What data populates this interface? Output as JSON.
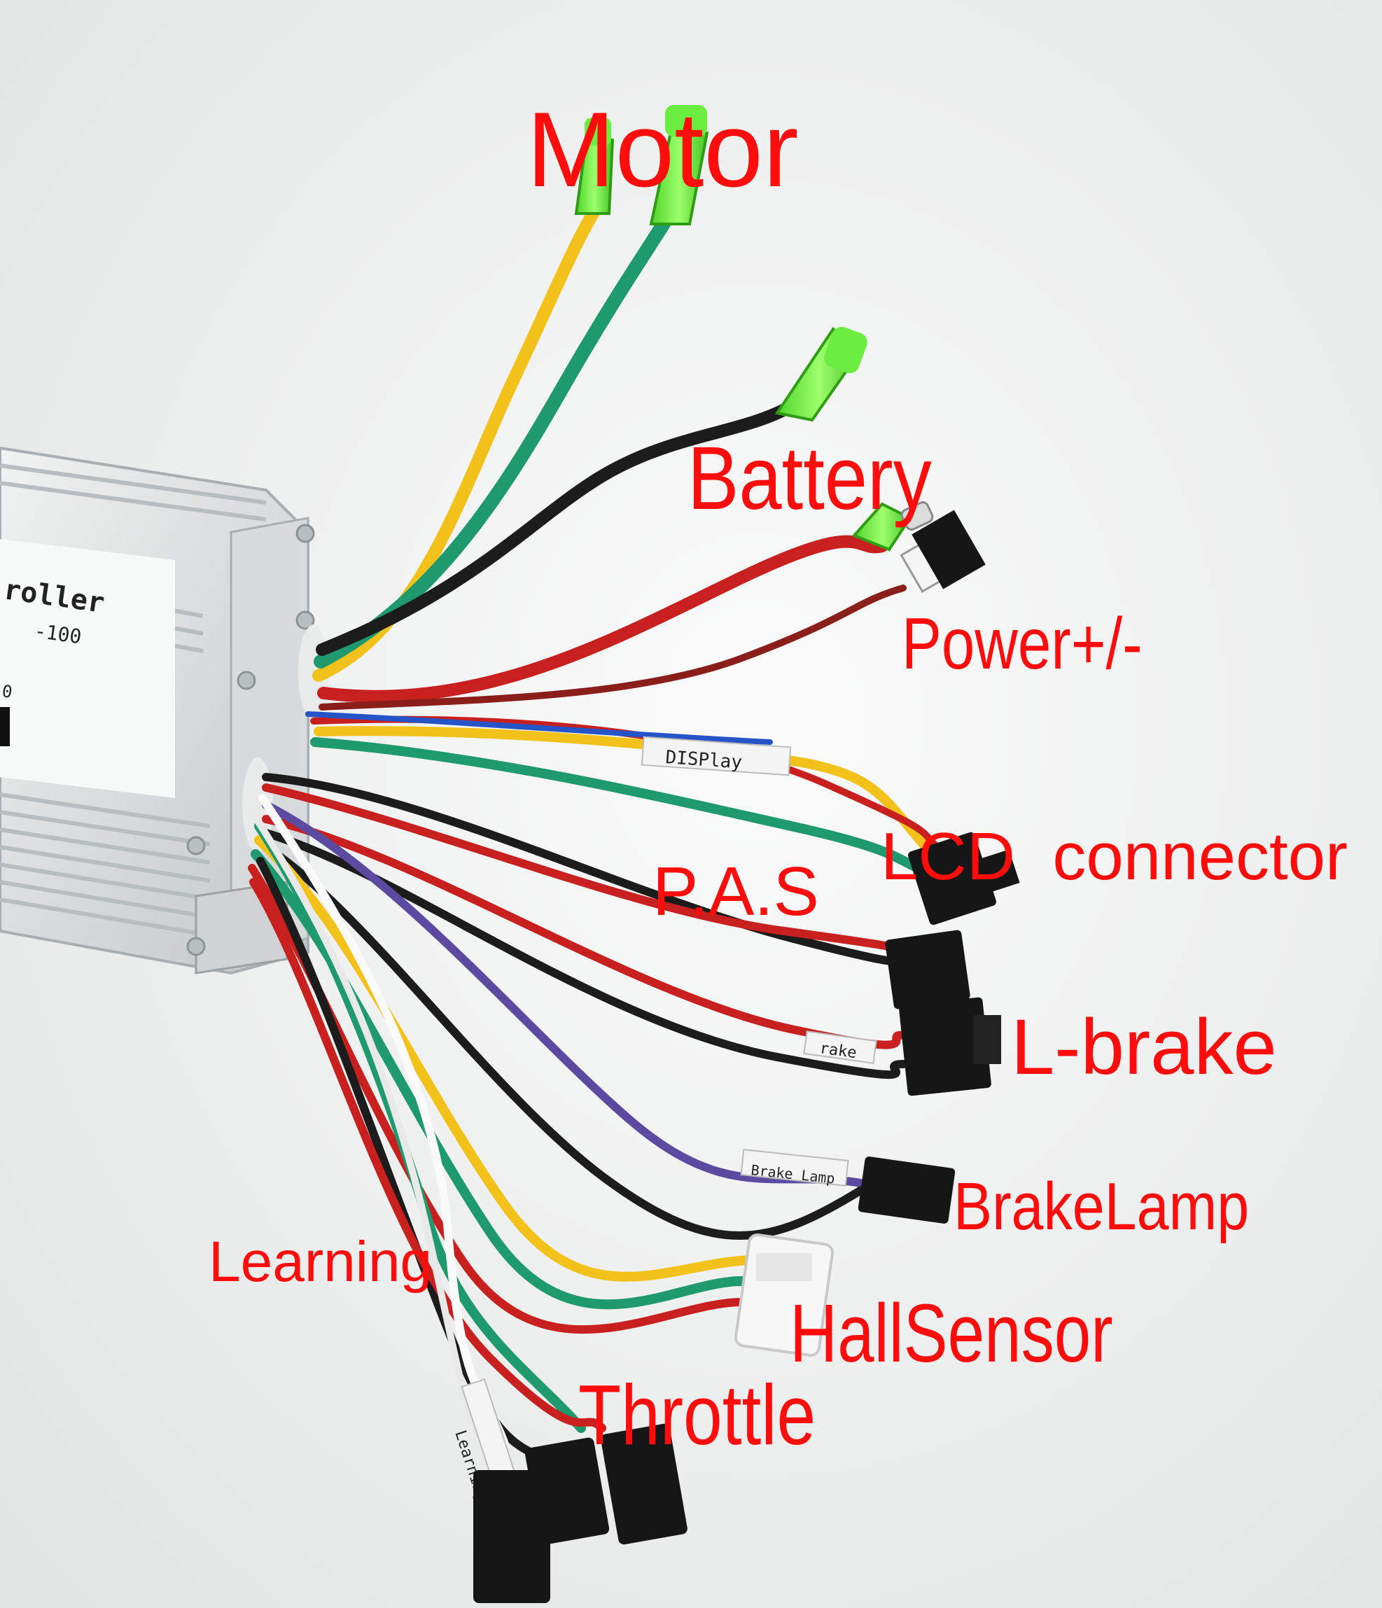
{
  "labels": {
    "motor": "Motor",
    "battery": "Battery",
    "power": "Power+/-",
    "lcd_connector": "LCD  connector",
    "pas": "P.A.S",
    "l_brake": "L-brake",
    "brake_lamp": "BrakeLamp",
    "learning": "Learning",
    "hall_sensor": "HallSensor",
    "throttle": "Throttle"
  },
  "controller_print": {
    "name_fragment": "roller",
    "model_fragment": "-100",
    "spec_fragment": "0"
  },
  "wire_tags": {
    "display": "DISPlay",
    "brake_lamp": "Brake Lamp",
    "learning": "Learning",
    "l_brake": "rake"
  },
  "colors": {
    "label_red": "#ff0d0d",
    "connector_green": "#7cf04a",
    "wire_yellow": "#f2c21a",
    "wire_green": "#1f9a6e",
    "wire_black": "#1c1c1c",
    "wire_red": "#c8201e",
    "wire_purple": "#5a4aa0",
    "wire_white": "#fafafa",
    "wire_blue": "#2454c8"
  }
}
